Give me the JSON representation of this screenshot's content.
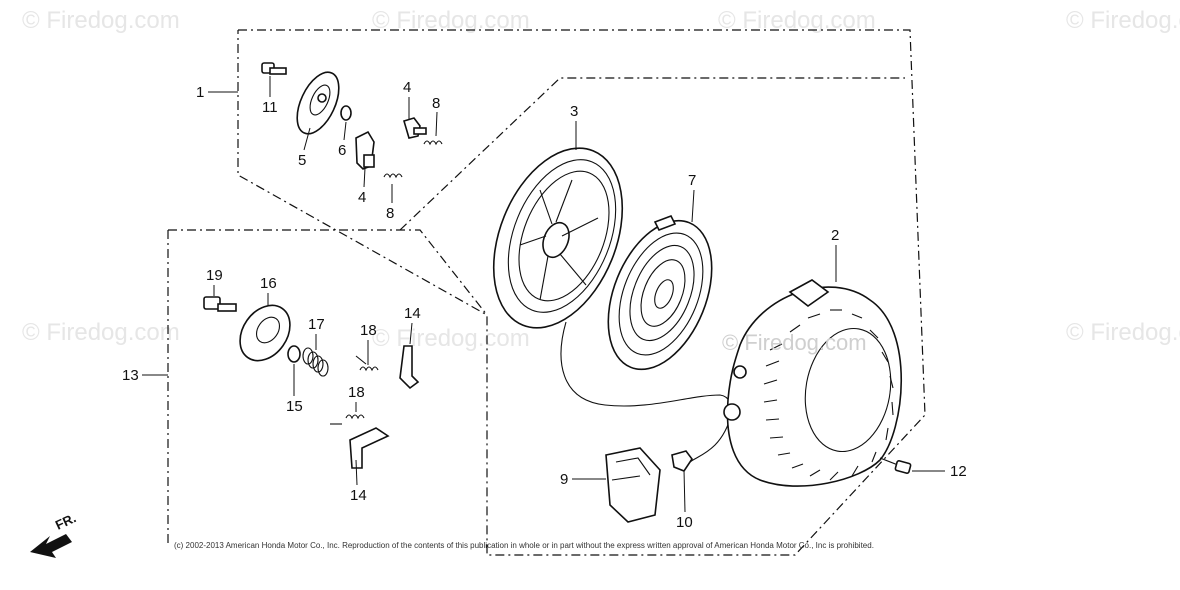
{
  "watermarks": {
    "site": "Firedog.com",
    "symbol": "©"
  },
  "center_watermark": "© Firedog.com",
  "direction_label": "FR.",
  "copyright": "(c) 2002-2013 American Honda Motor Co., Inc. Reproduction of the contents of this publication in whole or in part without the express written approval of American Honda Motor Co., Inc is prohibited.",
  "callouts": {
    "c1": "1",
    "c2": "2",
    "c3": "3",
    "c4a": "4",
    "c4b": "4",
    "c5": "5",
    "c6": "6",
    "c7": "7",
    "c8a": "8",
    "c8b": "8",
    "c9": "9",
    "c10": "10",
    "c11": "11",
    "c12": "12",
    "c13": "13",
    "c14a": "14",
    "c14b": "14",
    "c15": "15",
    "c16": "16",
    "c17": "17",
    "c18a": "18",
    "c18b": "18",
    "c19": "19"
  },
  "colors": {
    "ink": "#111111",
    "watermark": "#e6e6e6",
    "background": "#ffffff"
  }
}
